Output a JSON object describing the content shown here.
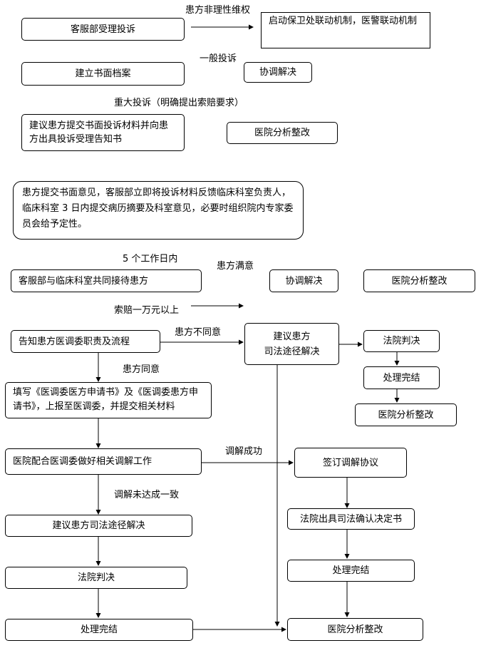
{
  "boxes": {
    "kefu_accept": "客服部受理投诉",
    "security_police": "启动保卫处联动机制，医警联动机制",
    "written_file": "建立书面档案",
    "coordinate_1": "协调解决",
    "suggest_materials": "建议患方提交书面投诉材料并向患方出具投诉受理告知书",
    "analysis_1": "医院分析整改",
    "feedback": "患方提交书面意见，客服部立即将投诉材料反馈临床科室负责人，临床科室 3 日内提交病历摘要及科室意见，必要时组织院内专家委员会给予定性。",
    "joint_reception": "客服部与临床科室共同接待患方",
    "coordinate_2": "协调解决",
    "analysis_2": "医院分析整改",
    "inform_committee": "告知患方医调委职责及流程",
    "suggest_judicial_1": "建议患方\n司法途径解决",
    "court_1": "法院判决",
    "done_1": "处理完结",
    "analysis_3": "医院分析整改",
    "fill_forms": "填写《医调委医方申请书》及《医调委患方申请书》，上报至医调委，并提交相关材料",
    "cooperate": "医院配合医调委做好相关调解工作",
    "sign_agreement": "签订调解协议",
    "court_confirm": "法院出具司法确认决定书",
    "done_2": "处理完结",
    "suggest_judicial_2": "建议患方司法途径解决",
    "court_2": "法院判决",
    "done_3": "处理完结",
    "analysis_final": "医院分析整改"
  },
  "labels": {
    "irrational": "患方非理性维权",
    "general": "一般投诉",
    "major": "重大投诉（明确提出索赔要求）",
    "five_days": "5 个工作日内",
    "satisfied": "患方满意",
    "over_10k": "索赔一万元以上",
    "disagree": "患方不同意",
    "agree": "患方同意",
    "success": "调解成功",
    "failed": "调解未达成一致"
  }
}
